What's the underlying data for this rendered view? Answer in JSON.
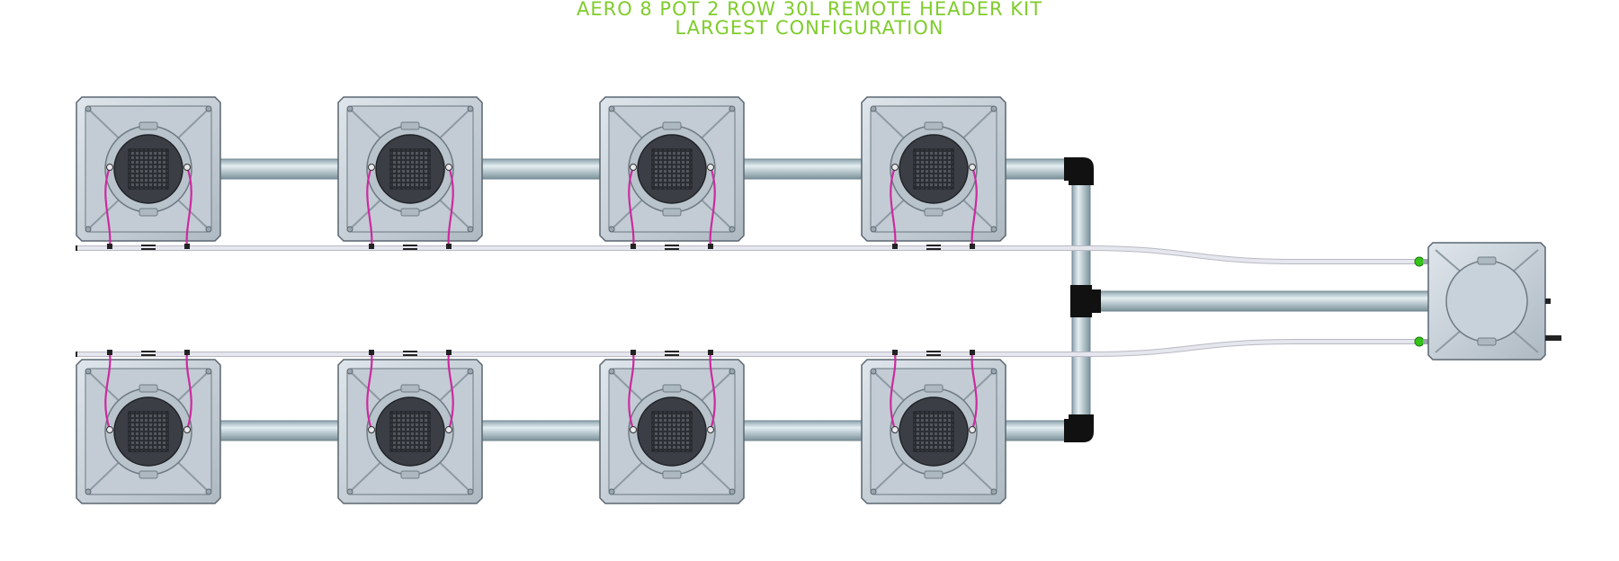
{
  "title": {
    "line1": "AERO 8 POT 2 ROW 30L REMOTE HEADER KIT",
    "line2": "LARGEST CONFIGURATION",
    "color": "#7fcc2b"
  },
  "diagram": {
    "rows": 2,
    "pots_per_row": 4,
    "pot_count": 8,
    "header_tank_count": 1,
    "colors": {
      "pot_body": "#cfd7de",
      "pot_outline": "#5b6670",
      "pot_grid": "#3a3d42",
      "pipe": "#b9ccd4",
      "fitting": "#111111",
      "hose": "#e6e6ee",
      "drip_line": "#cc2aa0",
      "connector_green": "#34c41a"
    },
    "icons": [
      "pot-icon",
      "header-tank-icon",
      "elbow-fitting-icon",
      "tee-fitting-icon",
      "drip-line-icon",
      "hose-icon"
    ]
  }
}
